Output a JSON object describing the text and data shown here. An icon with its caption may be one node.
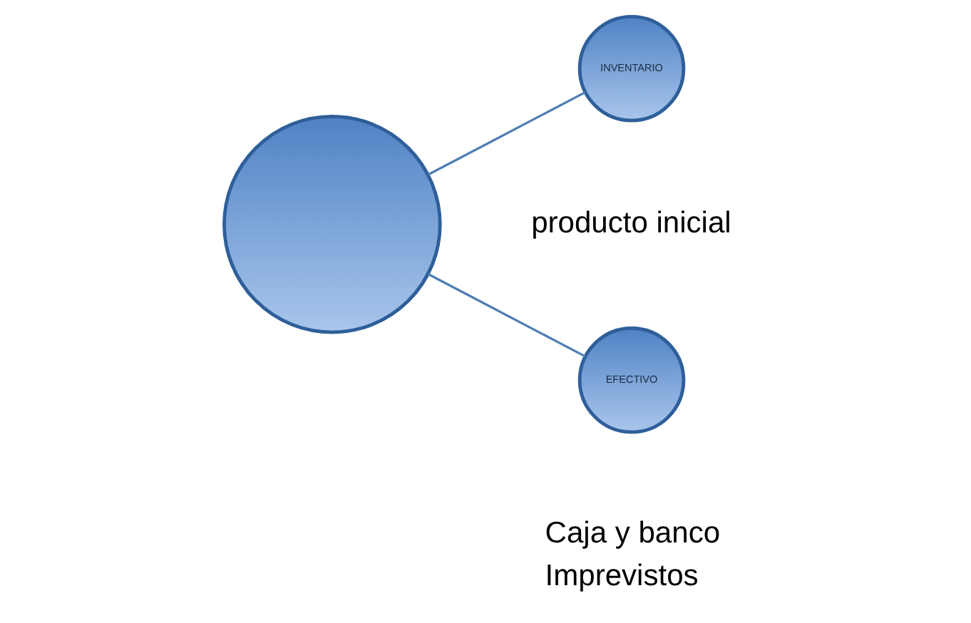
{
  "diagram": {
    "nodes": [
      {
        "text": [],
        "shape": "circle"
      },
      {
        "text": [
          "INVENTARIO"
        ],
        "beside": [
          "producto inicial"
        ]
      },
      {
        "text": [
          "EFECTIVO"
        ],
        "beside": [
          "Caja y banco",
          "Imprevistos"
        ]
      }
    ],
    "edges": [
      {
        "from": 0,
        "to": 1,
        "arrow": "none"
      },
      {
        "from": 0,
        "to": 2,
        "arrow": "none"
      }
    ]
  }
}
